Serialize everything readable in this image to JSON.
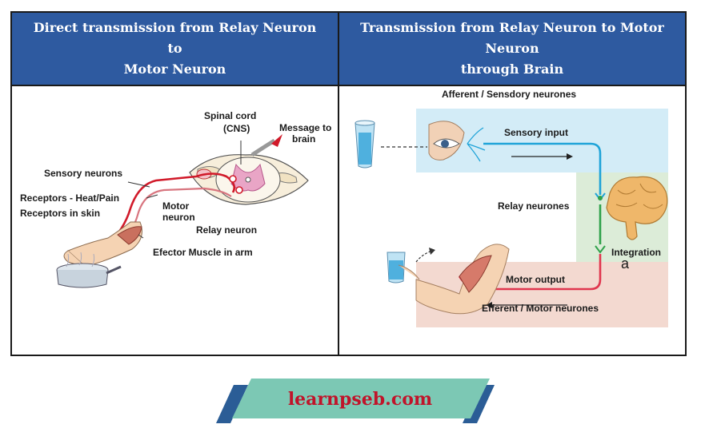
{
  "left_panel": {
    "title_line1": "Direct transmission from Relay Neuron to",
    "title_line2": "Motor Neuron",
    "labels": {
      "spinal_cord_1": "Spinal cord",
      "spinal_cord_2": "(CNS)",
      "message_1": "Message to",
      "message_2": "brain",
      "sensory_neurons": "Sensory neurons",
      "receptors_heat": "Receptors - Heat/Pain",
      "receptors_skin": "Receptors in skin",
      "motor_neuron_1": "Motor",
      "motor_neuron_2": "neuron",
      "relay_neuron": "Relay neuron",
      "effector": "Efector Muscle in arm"
    }
  },
  "right_panel": {
    "title_line1": "Transmission from Relay Neuron to Motor Neuron",
    "title_line2": "through Brain",
    "labels": {
      "afferent": "Afferent / Sensdory neurones",
      "sensory_input": "Sensory input",
      "relay_neurones": "Relay neurones",
      "integration": "Integration",
      "integration_mark": "a",
      "motor_output": "Motor output",
      "efferent": "Efferent / Motor neurones"
    }
  },
  "brand": {
    "text": "learnpseb.com"
  },
  "colors": {
    "header_bg": "#2e5aa0",
    "sensory_zone": "#d3ecf7",
    "motor_zone": "#f3d9d0",
    "integration_zone": "#dcecd8",
    "sensory_path": "#1ea3d8",
    "motor_path": "#e0364e",
    "relay_path": "#2fa14a",
    "brand_teal": "#7cc8b4",
    "brand_blue": "#2b5d96",
    "brand_text": "#c0142a"
  }
}
